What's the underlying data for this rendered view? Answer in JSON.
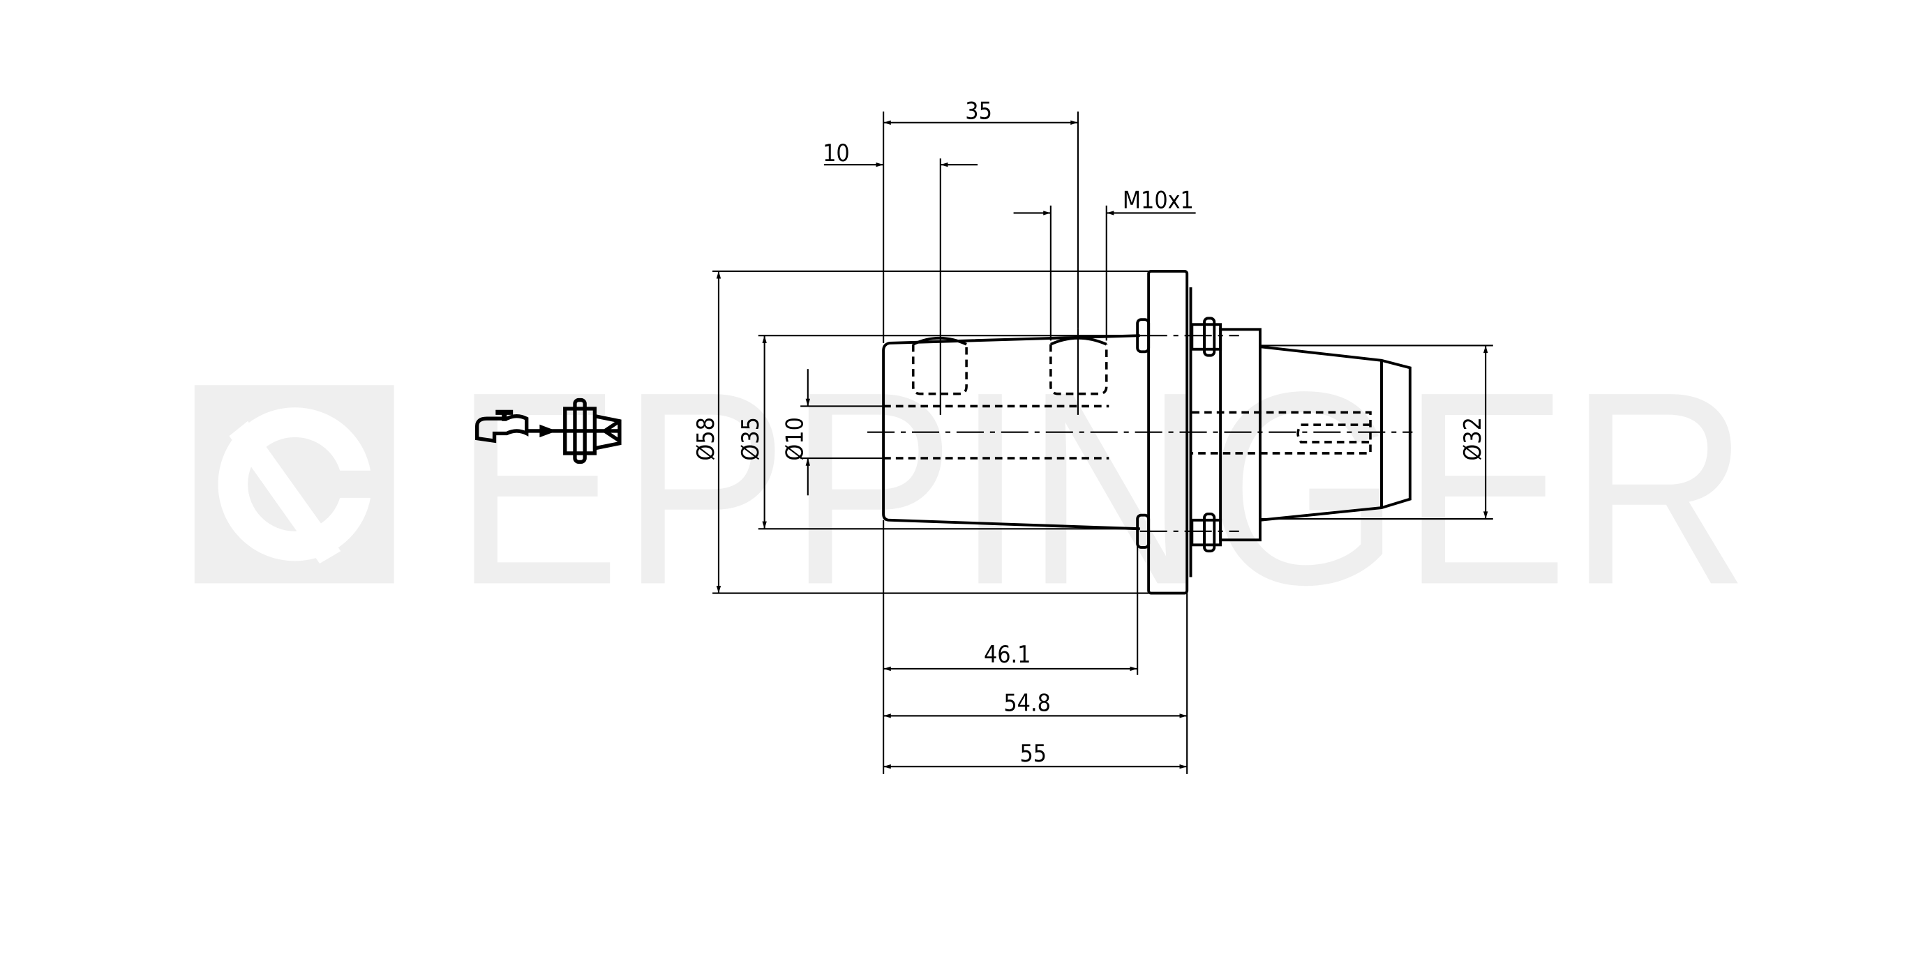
{
  "watermark": {
    "brand": "EPPINGER",
    "color": "#efefef"
  },
  "dimensions": {
    "top_35": "35",
    "top_10": "10",
    "thread": "M10x1",
    "dia_58": "Ø58",
    "dia_35": "Ø35",
    "dia_10": "Ø10",
    "dia_32": "Ø32",
    "len_46_1": "46.1",
    "len_54_8": "54.8",
    "len_55": "55"
  },
  "icons": {
    "coolant": "coolant-tap-icon"
  }
}
